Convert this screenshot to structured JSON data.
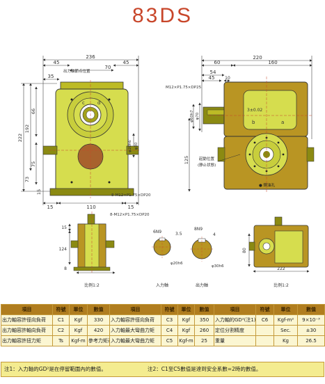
{
  "title": "83DS",
  "front": {
    "dims": {
      "overall_width": "236",
      "left_to_axis": "45",
      "axis_spacing": "70",
      "right_offset": "45",
      "mount_left": "35",
      "pin_label": "出力軸節点位置",
      "h_192": "192",
      "h_222": "222",
      "h_66": "66",
      "h_75": "75",
      "h_73": "73",
      "h_15_v": "15",
      "phi20": "φ20h6",
      "phi30": "φ30",
      "base_15a": "15",
      "base_110": "110",
      "base_15b": "15",
      "bolt_holes": "8-M12×P1.75×DP20",
      "indicator_c": "c",
      "indicator_d": "d"
    }
  },
  "side": {
    "dims": {
      "width_220": "220",
      "w_60": "60",
      "w_160": "160",
      "w_54": "54",
      "w_45": "45",
      "w_10": "10",
      "thread": "M12×P1.75×DP25",
      "h_60h7": "φ60h7",
      "h_phi70": "φ70",
      "h_125": "125",
      "runout": "3±0.02",
      "drive_label_1": "起動位置",
      "drive_label_2": "(静止状態)",
      "oil_label": "● 銅油孔",
      "letter_a": "a",
      "letter_b": "b"
    }
  },
  "small_front": {
    "dims": {
      "h_15": "15",
      "h_124": "124",
      "w_8": "8",
      "bolts": "8-M12×P1.75×DP20"
    },
    "caption": "比例1:2"
  },
  "input_shaft": {
    "label": "入力軸",
    "key": "6N9",
    "t": "3.5",
    "d": "φ20h6"
  },
  "output_shaft": {
    "label": "出力軸",
    "key": "8N9",
    "t": "4",
    "d": "φ30h6"
  },
  "small_side": {
    "h_80": "80",
    "w_222": "222",
    "caption": "比例1:2"
  },
  "spec": {
    "headers": [
      "項目",
      "符號",
      "單位",
      "數值",
      "項目",
      "符號",
      "單位",
      "數值",
      "項目",
      "符號",
      "單位",
      "數值"
    ],
    "rows": [
      [
        "出力軸容許徑向負荷",
        "C1",
        "Kgf",
        "330",
        "入力軸容許徑向負荷",
        "C3",
        "Kgf",
        "350",
        "入力軸的GD²(注1)",
        "C6",
        "Kgf-m²",
        "9×10⁻³"
      ],
      [
        "出力軸容許軸向負荷",
        "C2",
        "Kgf",
        "420",
        "入力軸最大彎曲力矩",
        "C4",
        "Kgf",
        "260",
        "定位分割精度",
        "",
        "Sec.",
        "±30"
      ],
      [
        "出力軸容許扭力矩",
        "Ts",
        "Kgf-m",
        "參考力矩表",
        "入力軸最大彎曲力矩",
        "C5",
        "Kgf-m",
        "25",
        "重量",
        "",
        "Kg",
        "26.5"
      ]
    ]
  },
  "notes": {
    "note1": "注1：入力軸的GD²是在停留範圍內的數值。",
    "note2": "注2：C1至C5數值是達到安全系數=2時的數值。"
  }
}
